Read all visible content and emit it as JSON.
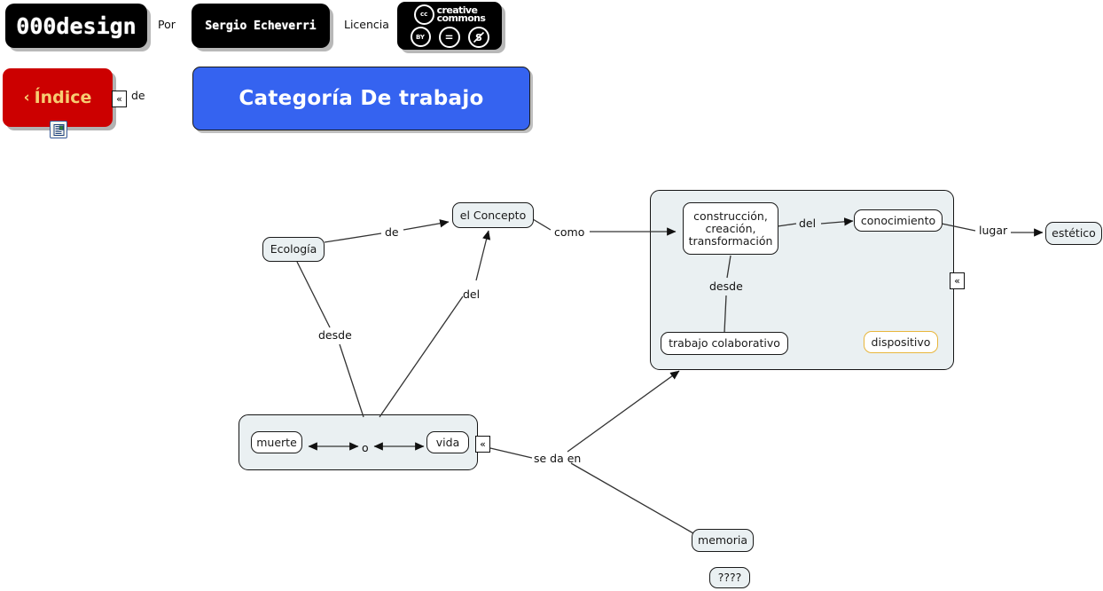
{
  "header": {
    "brand_label": "000design",
    "by_label": "Por",
    "author_label": "Sergio Echeverri",
    "license_label": "Licencia",
    "cc": {
      "cc_mark": "cc",
      "word_line1": "creative",
      "word_line2": "commons",
      "badge_by": "BY",
      "badge_nd": "=",
      "badge_nc": "$"
    }
  },
  "nav": {
    "index_chevron": "‹",
    "index_label": "Índice",
    "index_icon": "document-image-icon",
    "index_collapse": "«",
    "index_to_category_label": "de",
    "category_title": "Categoría De trabajo"
  },
  "map": {
    "nodes": [
      {
        "id": "ecologia",
        "label": "Ecología"
      },
      {
        "id": "el-concepto",
        "label": "el Concepto"
      },
      {
        "id": "construccion",
        "label": "construcción,\ncreación,\ntransformación"
      },
      {
        "id": "conocimiento",
        "label": "conocimiento"
      },
      {
        "id": "estetico",
        "label": "estético"
      },
      {
        "id": "trabajo-colab",
        "label": "trabajo colaborativo"
      },
      {
        "id": "dispositivo",
        "label": "dispositivo"
      },
      {
        "id": "muerte",
        "label": "muerte"
      },
      {
        "id": "o",
        "label": "o"
      },
      {
        "id": "vida",
        "label": "vida"
      },
      {
        "id": "memoria",
        "label": "memoria"
      },
      {
        "id": "unknown",
        "label": "????"
      }
    ],
    "link_labels": {
      "ecologia_concepto": "de",
      "concepto_grupo": "como",
      "vida_concepto": "del",
      "ecologia_vida": "desde",
      "construccion_conocimiento": "del",
      "construccion_trabajo": "desde",
      "conocimiento_estetico": "lugar",
      "vida_grupo": "se da en"
    },
    "collapse_marks": {
      "group_dispositivo": "«",
      "group_vida_muerte": "«"
    }
  },
  "colors": {
    "node_fill": "#eaf0f2",
    "node_white": "#ffffff",
    "node_border": "#1a1a1a",
    "gold_border": "#e8b63c",
    "category_blue": "#3563f0",
    "index_red": "#cc0000",
    "index_text": "#f7cd72",
    "header_black": "#000000"
  }
}
